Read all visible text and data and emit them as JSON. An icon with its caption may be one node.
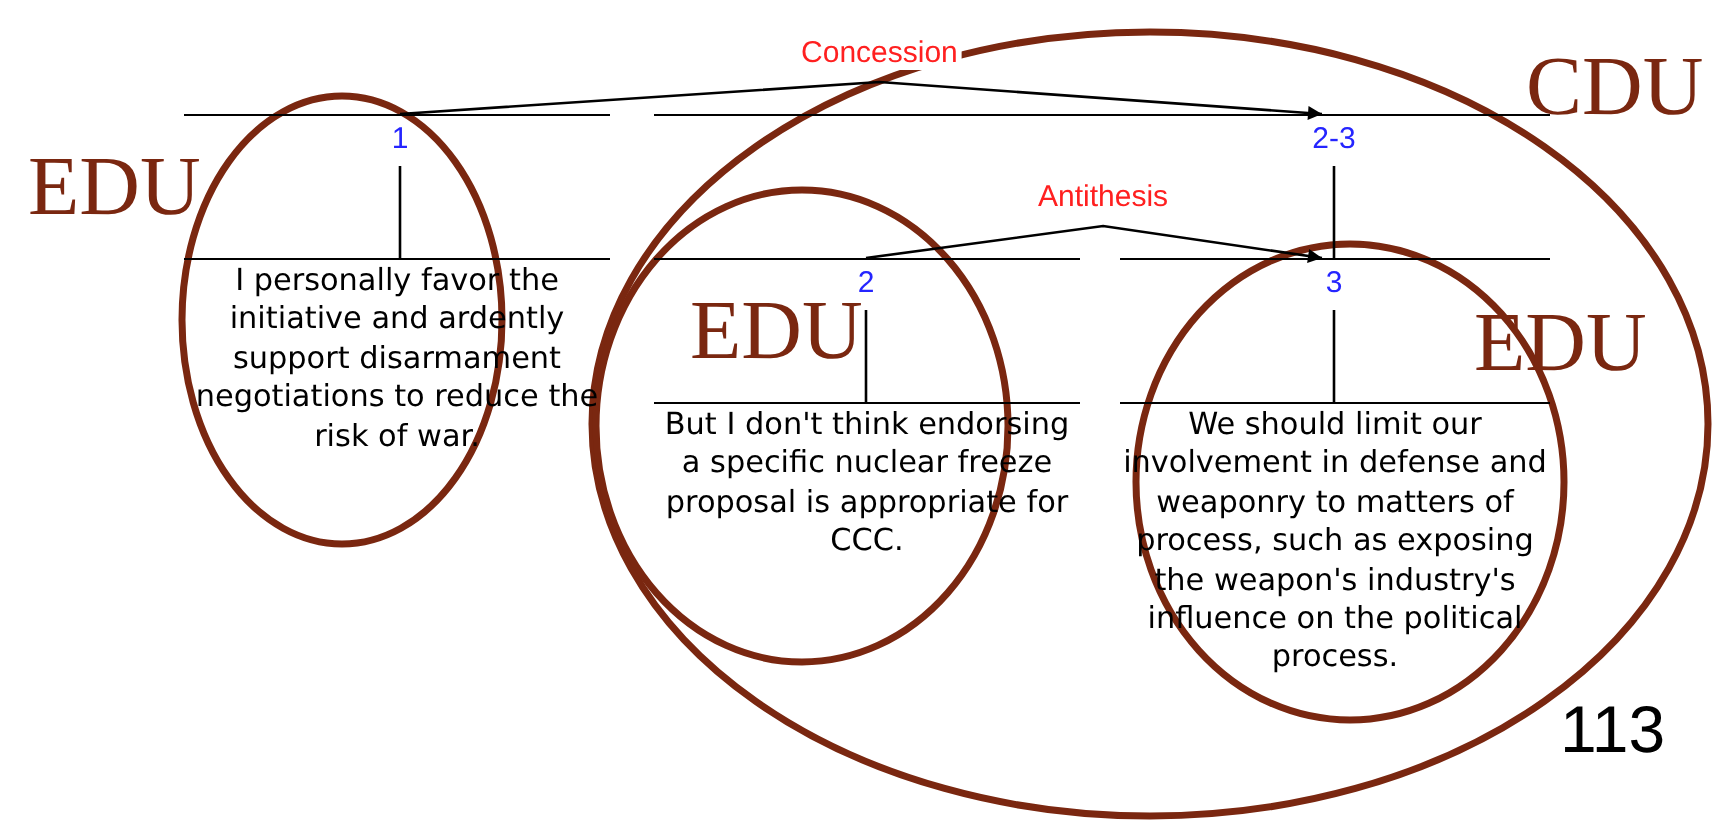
{
  "diagram": {
    "nodes": [
      {
        "text": [
          "1"
        ]
      },
      {
        "text": [
          "I personally favor the initiative and ardently support disarmament negotiations to reduce the risk of war."
        ]
      },
      {
        "text": [
          "2-3"
        ]
      },
      {
        "text": [
          "2"
        ]
      },
      {
        "text": [
          "But I don't think endorsing a specific nuclear freeze proposal is appropriate for CCC."
        ]
      },
      {
        "text": [
          "3"
        ]
      },
      {
        "text": [
          "We should limit our involvement in defense and weaponry to matters of process, such as exposing the weapon's industry's influence on the political process."
        ]
      }
    ],
    "edges": [
      {
        "from": 0,
        "to": 2,
        "arrow": "to",
        "label": "Concession"
      },
      {
        "from": 0,
        "to": 1,
        "arrow": "none"
      },
      {
        "from": 2,
        "to": 5,
        "arrow": "none"
      },
      {
        "from": 3,
        "to": 5,
        "arrow": "to",
        "label": "Antithesis"
      },
      {
        "from": 3,
        "to": 4,
        "arrow": "none"
      },
      {
        "from": 5,
        "to": 6,
        "arrow": "none"
      }
    ],
    "labels": [
      "CDU",
      "EDU",
      "EDU",
      "EDU",
      "113"
    ]
  }
}
